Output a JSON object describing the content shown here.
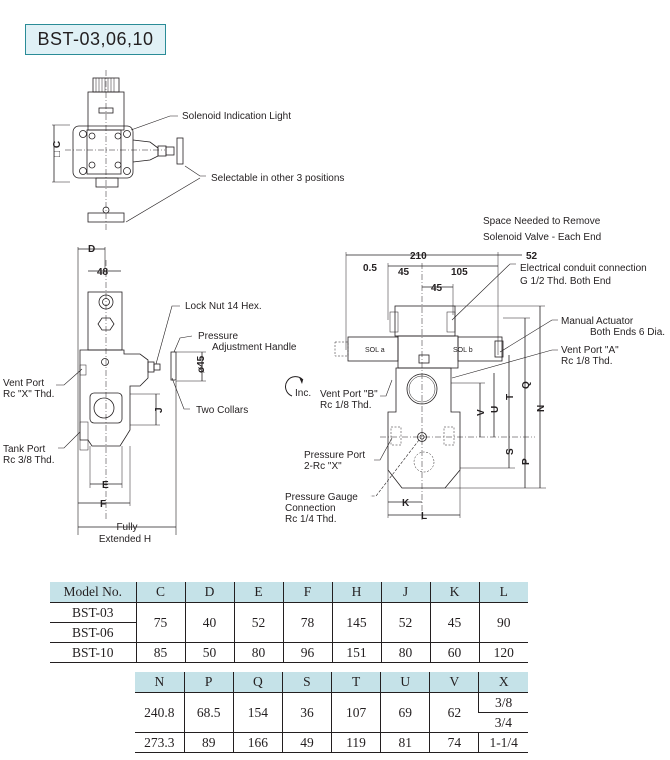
{
  "title": "BST-03,06,10",
  "top_view": {
    "labels": {
      "solenoid_light": "Solenoid Indication Light",
      "selectable": "Selectable in other 3 positions",
      "dim_c": "□ C"
    }
  },
  "side_view": {
    "labels": {
      "lock_nut": "Lock Nut 14 Hex.",
      "pressure_handle_1": "Pressure",
      "pressure_handle_2": "Adjustment Handle",
      "two_collars": "Two Collars",
      "vent_port_1": "Vent Port",
      "vent_port_2": "Rc \"X\" Thd.",
      "tank_port_1": "Tank Port",
      "tank_port_2": "Rc 3/8 Thd.",
      "fully_1": "Fully",
      "fully_2": "Extended H",
      "inc": "Inc."
    },
    "dims": {
      "d": "D",
      "w48": "48",
      "dia45": "ø45",
      "j": "J",
      "e": "E",
      "f": "F"
    }
  },
  "front_view": {
    "labels": {
      "space_1": "Space Needed to Remove",
      "space_2": "Solenoid Valve - Each End",
      "conduit_1": "Electrical conduit connection",
      "conduit_2": "G 1/2 Thd. Both End",
      "manual_1": "Manual Actuator",
      "manual_2": "Both Ends 6 Dia.",
      "vent_a_1": "Vent Port \"A\"",
      "vent_a_2": "Rc 1/8 Thd.",
      "vent_b_1": "Vent Port \"B\"",
      "vent_b_2": "Rc 1/8 Thd.",
      "pressure_port_1": "Pressure Port",
      "pressure_port_2": "2-Rc \"X\"",
      "gauge_1": "Pressure Gauge",
      "gauge_2": "Connection",
      "gauge_3": "Rc 1/4 Thd.",
      "sol_a": "SOL a",
      "sol_b": "SOL b"
    },
    "dims": {
      "d210": "210",
      "d52": "52",
      "d05": "0.5",
      "d45a": "45",
      "d105": "105",
      "d45b": "45",
      "q": "Q",
      "t": "T",
      "u": "U",
      "v": "V",
      "n": "N",
      "s": "S",
      "p": "P",
      "k": "K",
      "l": "L"
    }
  },
  "table1": {
    "headers": [
      "Model No.",
      "C",
      "D",
      "E",
      "F",
      "H",
      "J",
      "K",
      "L"
    ],
    "models": [
      "BST-03",
      "BST-06",
      "BST-10"
    ],
    "row_03_06": [
      "75",
      "40",
      "52",
      "78",
      "145",
      "52",
      "45",
      "90"
    ],
    "row_10": [
      "85",
      "50",
      "80",
      "96",
      "151",
      "80",
      "60",
      "120"
    ]
  },
  "table2": {
    "headers": [
      "N",
      "P",
      "Q",
      "S",
      "T",
      "U",
      "V",
      "X"
    ],
    "row_03_06": [
      "240.8",
      "68.5",
      "154",
      "36",
      "107",
      "69",
      "62"
    ],
    "x_03": "3/8",
    "x_06": "3/4",
    "row_10": [
      "273.3",
      "89",
      "166",
      "49",
      "119",
      "81",
      "74",
      "1-1/4"
    ]
  }
}
